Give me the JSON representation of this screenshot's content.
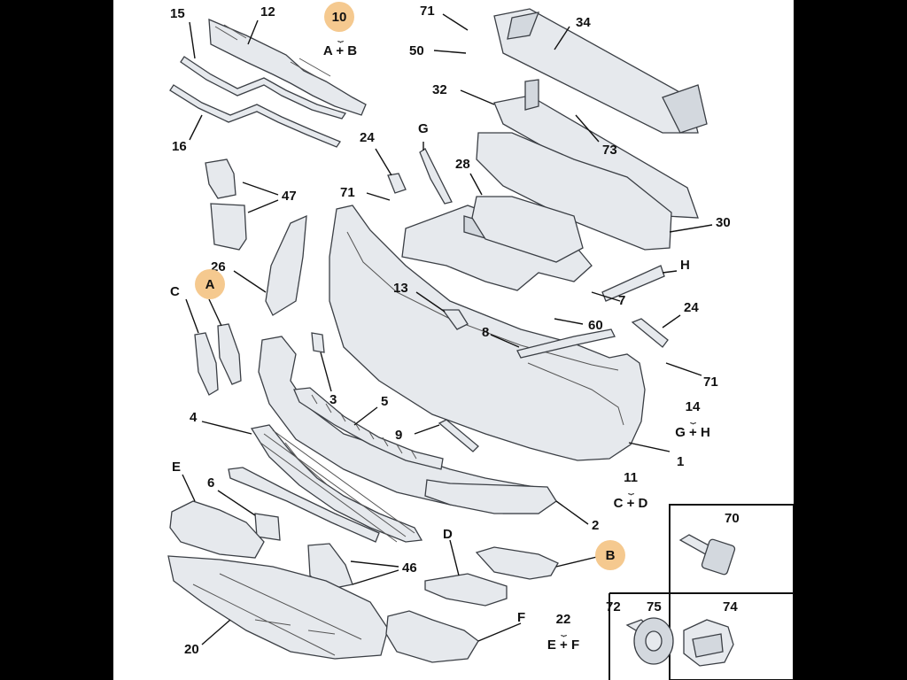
{
  "diagram": {
    "part_labels": [
      "15",
      "12",
      "71",
      "50",
      "34",
      "32",
      "73",
      "16",
      "24",
      "G",
      "28",
      "47",
      "71",
      "30",
      "26",
      "A",
      "C",
      "13",
      "H",
      "7",
      "24",
      "60",
      "8",
      "71",
      "3",
      "5",
      "4",
      "14",
      "9",
      "1",
      "E",
      "6",
      "11",
      "D",
      "2",
      "B",
      "46",
      "70",
      "20",
      "22",
      "F",
      "72",
      "75",
      "74"
    ],
    "group_labels": [
      {
        "number": "10",
        "members": "A + B"
      },
      {
        "number": "14",
        "members": "G + H"
      },
      {
        "number": "11",
        "members": "C + D"
      },
      {
        "number": "22",
        "members": "E + F"
      }
    ],
    "badge_color": "#f5c98f"
  }
}
